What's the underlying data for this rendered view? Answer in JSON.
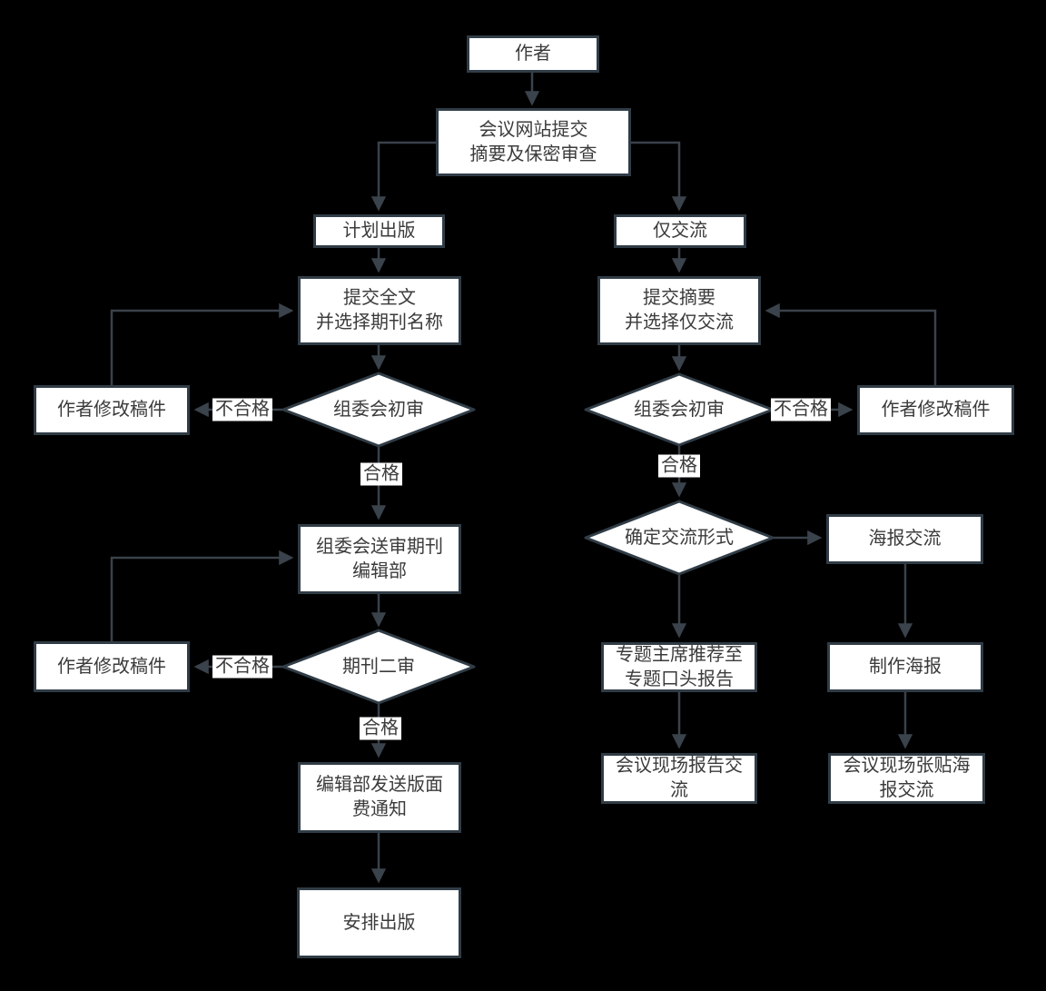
{
  "diagram": {
    "type": "flowchart",
    "colors": {
      "background": "#000000",
      "node_fill": "#ffffff",
      "node_border": "#303c46",
      "arrow": "#3a424b",
      "text": "#3b3b3b",
      "edge_label_background": "#ffffff"
    },
    "nodes": {
      "author": "作者",
      "website_submit": "会议网站提交\n摘要及保密审查",
      "plan_publish": "计划出版",
      "exchange_only": "仅交流",
      "submit_fulltext": "提交全文\n并选择期刊名称",
      "submit_abstract": "提交摘要\n并选择仅交流",
      "revise_left_1": "作者修改稿件",
      "revise_right_1": "作者修改稿件",
      "committee_review_left": "组委会初审",
      "committee_review_right": "组委会初审",
      "send_to_editorial": "组委会送审期刊\n编辑部",
      "decide_exchange_format": "确定交流形式",
      "poster_exchange": "海报交流",
      "revise_left_2": "作者修改稿件",
      "journal_second_review": "期刊二审",
      "chair_recommend": "专题主席推荐至\n专题口头报告",
      "make_poster": "制作海报",
      "page_fee_notice": "编辑部发送版面\n费通知",
      "arrange_publish": "安排出版",
      "onsite_report_exchange": "会议现场报告交\n流",
      "onsite_poster_exchange": "会议现场张贴海\n报交流"
    },
    "edge_labels": {
      "fail_left_1": "不合格",
      "fail_right_1": "不合格",
      "fail_left_2": "不合格",
      "pass_left_1": "合格",
      "pass_right_1": "合格",
      "pass_left_2": "合格"
    }
  }
}
